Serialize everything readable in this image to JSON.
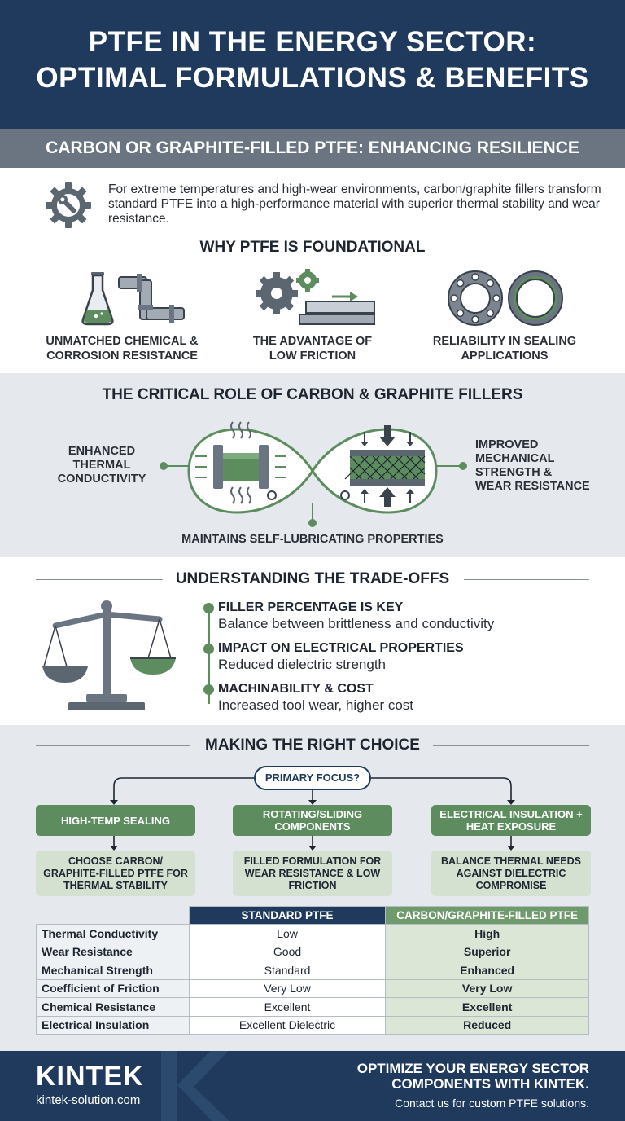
{
  "header": {
    "title_line1": "PTFE IN THE ENERGY SECTOR:",
    "title_line2": "OPTIMAL FORMULATIONS & BENEFITS"
  },
  "subheader": "CARBON OR GRAPHITE-FILLED PTFE: ENHANCING RESILIENCE",
  "intro": {
    "icon": "gear-wrench-icon",
    "text": "For extreme temperatures and high-wear environments, carbon/graphite fillers transform standard PTFE into a high-performance material with superior thermal stability and wear resistance."
  },
  "foundational": {
    "title": "WHY PTFE IS FOUNDATIONAL",
    "items": [
      {
        "icon": "flask-pipe-icon",
        "line1": "UNMATCHED CHEMICAL &",
        "line2": "CORROSION RESISTANCE"
      },
      {
        "icon": "gears-sliding-icon",
        "line1": "THE ADVANTAGE OF",
        "line2": "LOW FRICTION"
      },
      {
        "icon": "seal-rings-icon",
        "line1": "RELIABILITY IN SEALING",
        "line2": "APPLICATIONS"
      }
    ]
  },
  "fillers": {
    "title": "THE CRITICAL ROLE OF CARBON & GRAPHITE FILLERS",
    "left_label": [
      "ENHANCED",
      "THERMAL",
      "CONDUCTIVITY"
    ],
    "right_label": [
      "IMPROVED",
      "MECHANICAL",
      "STRENGTH &",
      "WEAR RESISTANCE"
    ],
    "bottom_label": "MAINTAINS SELF-LUBRICATING PROPERTIES"
  },
  "tradeoffs": {
    "title": "UNDERSTANDING THE TRADE-OFFS",
    "items": [
      {
        "head": "FILLER PERCENTAGE IS KEY",
        "desc": "Balance between brittleness and conductivity"
      },
      {
        "head": "IMPACT ON ELECTRICAL PROPERTIES",
        "desc": "Reduced dielectric strength"
      },
      {
        "head": "MACHINABILITY & COST",
        "desc": "Increased tool wear, higher cost"
      }
    ]
  },
  "choice": {
    "title": "MAKING THE RIGHT CHOICE",
    "focus": "PRIMARY FOCUS?",
    "options": [
      {
        "label": "HIGH-TEMP SEALING",
        "result": "CHOOSE CARBON/ GRAPHITE-FILLED PTFE FOR THERMAL STABILITY"
      },
      {
        "label": "ROTATING/SLIDING COMPONENTS",
        "result": "FILLED FORMULATION FOR WEAR RESISTANCE & LOW FRICTION"
      },
      {
        "label": "ELECTRICAL INSULATION + HEAT EXPOSURE",
        "result": "BALANCE THERMAL NEEDS AGAINST DIELECTRIC COMPROMISE"
      }
    ]
  },
  "table": {
    "headers": [
      "",
      "STANDARD PTFE",
      "CARBON/GRAPHITE-FILLED PTFE"
    ],
    "rows": [
      [
        "Thermal Conductivity",
        "Low",
        "High"
      ],
      [
        "Wear Resistance",
        "Good",
        "Superior"
      ],
      [
        "Mechanical Strength",
        "Standard",
        "Enhanced"
      ],
      [
        "Coefficient of Friction",
        "Very Low",
        "Very Low"
      ],
      [
        "Chemical Resistance",
        "Excellent",
        "Excellent"
      ],
      [
        "Electrical Insulation",
        "Excellent Dielectric",
        "Reduced"
      ]
    ]
  },
  "footer": {
    "brand": "KINTEK",
    "url": "kintek-solution.com",
    "cta_line1": "OPTIMIZE YOUR ENERGY SECTOR",
    "cta_line2": "COMPONENTS WITH KINTEK.",
    "cta_sub": "Contact us for custom PTFE solutions."
  },
  "colors": {
    "navy": "#1f3a5c",
    "slate": "#6b7581",
    "green": "#5d8d5f",
    "light_green": "#d4e1d1",
    "light_gray": "#e5e9ee"
  }
}
